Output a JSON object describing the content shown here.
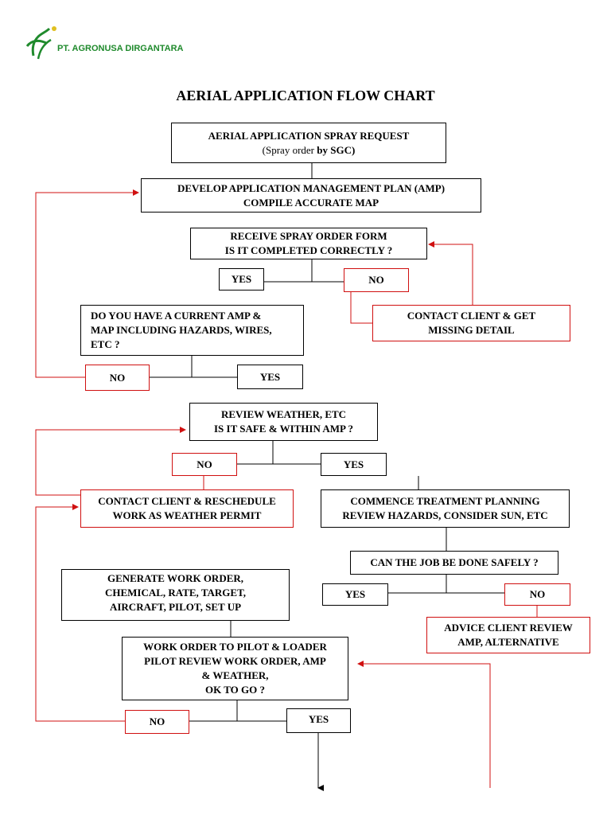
{
  "company": {
    "name": "PT. AGRONUSA DIRGANTARA"
  },
  "title": "AERIAL APPLICATION FLOW CHART",
  "nodes": {
    "spray_request_title": "AERIAL APPLICATION SPRAY REQUEST",
    "spray_request_sub_a": "(Spray order ",
    "spray_request_sub_b": "by  SGC)",
    "develop_amp": "DEVELOP APPLICATION MANAGEMENT PLAN (AMP)\nCOMPILE ACCURATE MAP",
    "receive_order": "RECEIVE SPRAY ORDER FORM\nIS IT COMPLETED CORRECTLY ?",
    "yes_1": "YES",
    "no_1": "NO",
    "current_amp": "DO YOU HAVE A CURRENT AMP &\nMAP INCLUDING HAZARDS, WIRES,\nETC  ?",
    "contact_missing": "CONTACT CLIENT &  GET\nMISSING DETAIL",
    "no_2": "NO",
    "yes_2": "YES",
    "review_weather": "REVIEW WEATHER, ETC\nIS IT SAFE & WITHIN AMP ?",
    "no_3": "NO",
    "yes_3": "YES",
    "contact_reschedule": "CONTACT CLIENT & RESCHEDULE\nWORK AS WEATHER PERMIT",
    "commence_planning": "COMMENCE TREATMENT PLANNING\nREVIEW HAZARDS, CONSIDER SUN, ETC",
    "job_safely": "CAN THE JOB BE DONE SAFELY ?",
    "generate_order": "GENERATE WORK ORDER,\nCHEMICAL, RATE, TARGET,\nAIRCRAFT, PILOT, SET UP",
    "yes_4": "YES",
    "no_4": "NO",
    "advice_client": "ADVICE CLIENT REVIEW\nAMP, ALTERNATIVE",
    "work_order_pilot": "WORK ORDER TO PILOT & LOADER\nPILOT REVIEW WORK ORDER, AMP\n& WEATHER,\nOK TO GO ?",
    "no_5": "NO",
    "yes_5": "YES"
  },
  "colors": {
    "feedback": "#d01010",
    "flow": "#000000",
    "logo": "#1f8a2c"
  }
}
